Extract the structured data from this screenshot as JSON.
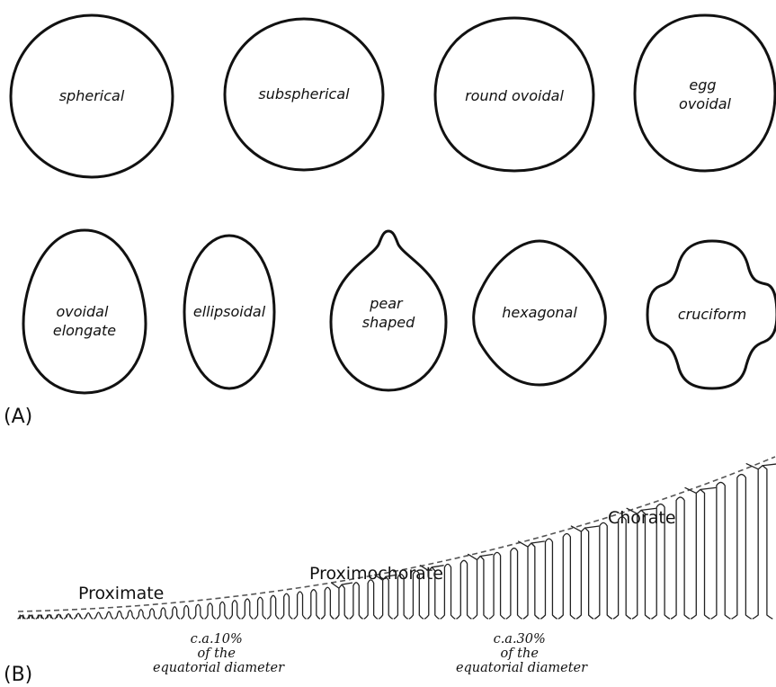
{
  "panel_a": {
    "label": "(A)",
    "shapes": [
      {
        "id": "spherical",
        "lines": [
          "spherical"
        ]
      },
      {
        "id": "subspherical",
        "lines": [
          "subspherical"
        ]
      },
      {
        "id": "round-ovoidal",
        "lines": [
          "round ovoidal"
        ]
      },
      {
        "id": "egg-ovoidal",
        "lines": [
          "egg",
          "ovoidal"
        ]
      },
      {
        "id": "ovoidal-elongate",
        "lines": [
          "ovoidal",
          "elongate"
        ]
      },
      {
        "id": "ellipsoidal",
        "lines": [
          "ellipsoidal"
        ]
      },
      {
        "id": "pear-shaped",
        "lines": [
          "pear",
          "shaped"
        ]
      },
      {
        "id": "hexagonal",
        "lines": [
          "hexagonal"
        ]
      },
      {
        "id": "cruciform",
        "lines": [
          "cruciform"
        ]
      }
    ]
  },
  "panel_b": {
    "label": "(B)",
    "categories": {
      "proximate": "Proximate",
      "proximochorate": "Proximochorate",
      "chorate": "Chorate"
    },
    "notes": [
      {
        "id": "10pct",
        "lines": [
          "c.a.10%",
          "of the",
          "equatorial diameter"
        ]
      },
      {
        "id": "30pct",
        "lines": [
          "c.a.30%",
          "of the",
          "equatorial diameter"
        ]
      }
    ]
  }
}
